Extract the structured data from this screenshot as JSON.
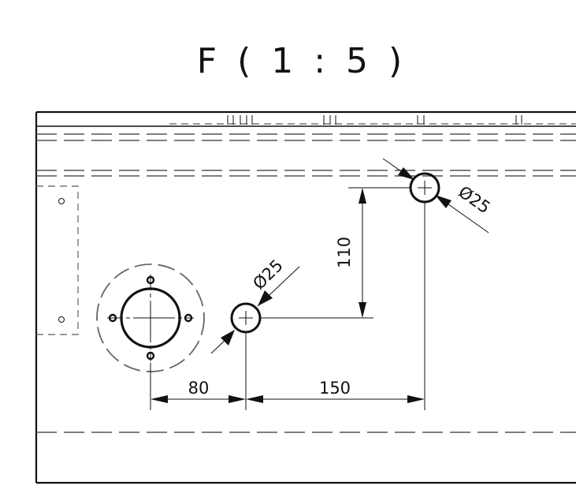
{
  "view": {
    "title": "F ( 1 : 5 )"
  },
  "dimensions": {
    "dia_hole_right": "Ø25",
    "dia_hole_middle": "Ø25",
    "vertical_110": "110",
    "horizontal_80": "80",
    "horizontal_150": "150"
  },
  "colors": {
    "line": "#111111",
    "hidden_line": "#555555",
    "background": "#ffffff"
  }
}
